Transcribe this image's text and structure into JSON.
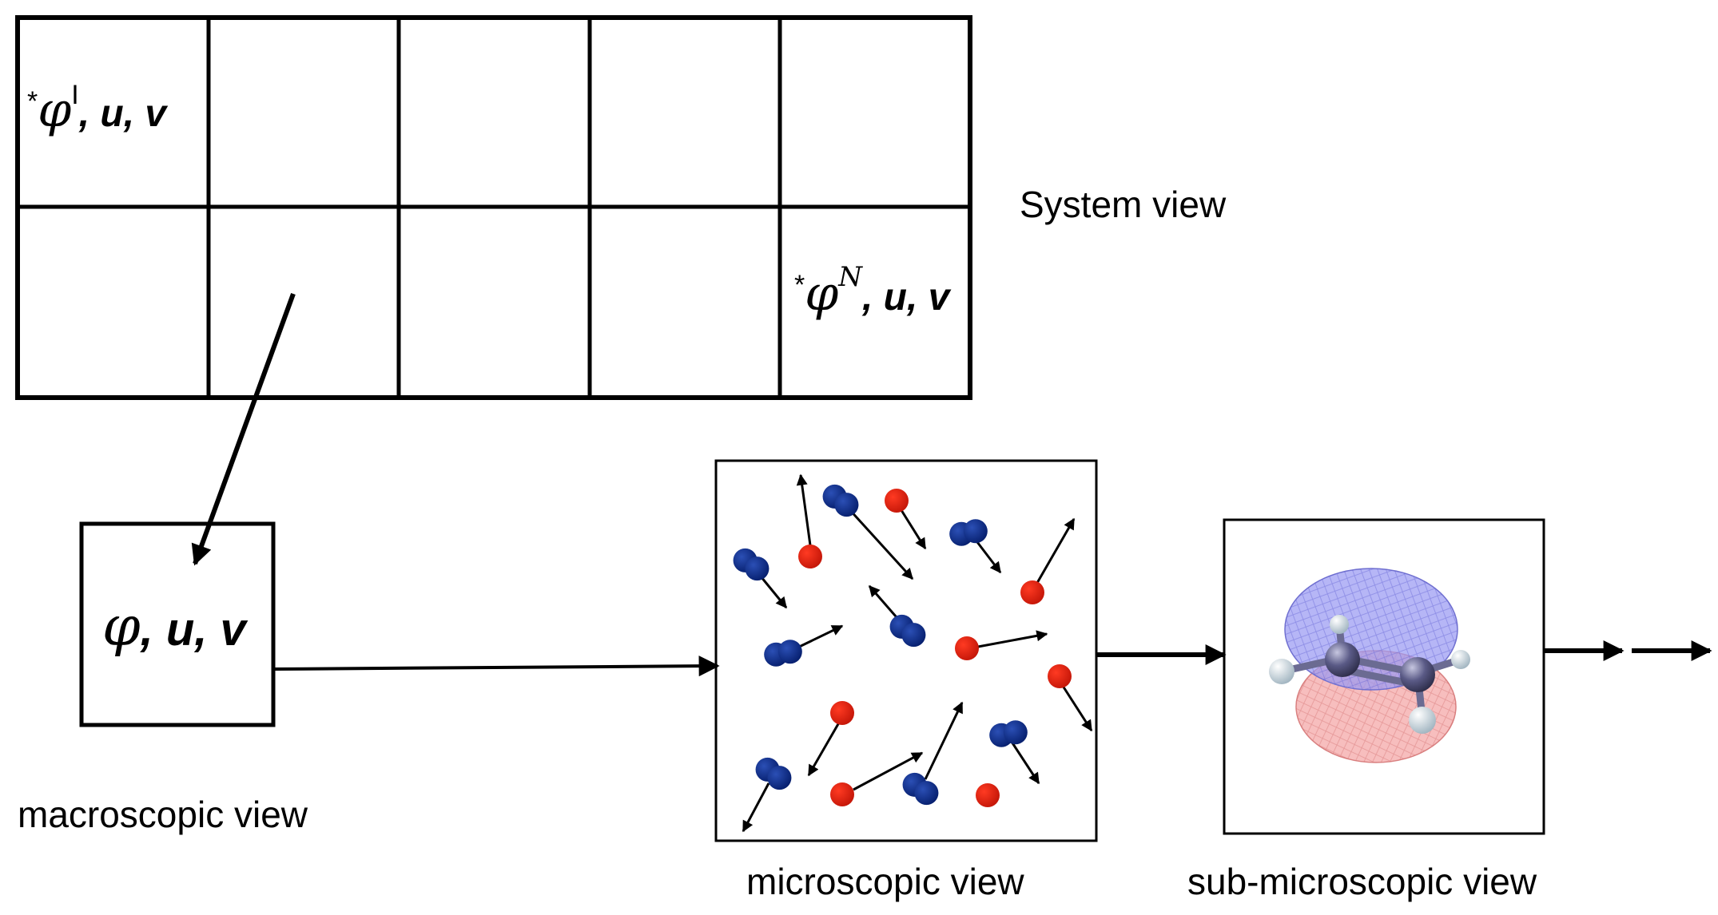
{
  "labels": {
    "system_view": "System view",
    "macroscopic_view": "macroscopic view",
    "microscopic_view": "microscopic view",
    "sub_microscopic_view": "sub-microscopic view"
  },
  "grid": {
    "rows": 2,
    "cols": 5,
    "cell_first": {
      "star": "*",
      "phi": "φ",
      "superscript": "I",
      "vars": ", u, v"
    },
    "cell_last": {
      "star": "*",
      "phi": "φ",
      "superscript": "N",
      "vars": ", u, v"
    }
  },
  "macro_box": {
    "phi": "φ",
    "vars": ", u, v"
  },
  "colors": {
    "stroke": "#000000",
    "molecule_blue": "#0a2d8c",
    "atom_red": "#e0210f",
    "orbital_blue": "#8c8cf0",
    "orbital_red": "#f0a0a0",
    "carbon": "#50507a",
    "hydrogen": "#dfe9ef"
  },
  "icons": {
    "blue_molecule": "diatomic-molecule-icon",
    "red_atom": "atom-icon",
    "orbital": "pi-orbital-ethylene-icon"
  }
}
